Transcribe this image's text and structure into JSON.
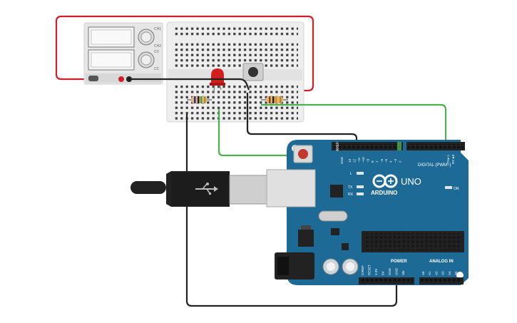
{
  "colors": {
    "background": "#ffffff",
    "red_wire": "#d11f2a",
    "green_wire": "#4caf50",
    "black_wire": "#222222",
    "board_blue": "#1e6a96",
    "breadboard": "#eeeeee",
    "led": "#d11f1f",
    "usb_cable": "#222222"
  },
  "power_supply": {
    "knob1_label": "CH1",
    "knob2_label": "CH2",
    "knob3_label": "CV",
    "knob4_label": "CC"
  },
  "arduino": {
    "brand": "ARDUINO",
    "model": "UNO",
    "digital_label": "DIGITAL (PWM~)",
    "power_label": "POWER",
    "analog_label": "ANALOG IN",
    "on_label": "ON",
    "l_label": "L",
    "tx_label": "TX",
    "rx_label": "RX",
    "tx_pin": "TX►1",
    "rx_pin": "RX◄0",
    "aref": "AREF",
    "gnd": "GND",
    "digital_pins": [
      "13",
      "12",
      "~11",
      "~10",
      "~9",
      "8",
      "7",
      "~6",
      "~5",
      "4",
      "~3",
      "2"
    ],
    "power_pins": [
      "IOREF",
      "RESET",
      "3.3V",
      "5V",
      "GND",
      "GND",
      "Vin"
    ],
    "analog_pins": [
      "A0",
      "A1",
      "A2",
      "A3",
      "A4",
      "A5"
    ]
  }
}
